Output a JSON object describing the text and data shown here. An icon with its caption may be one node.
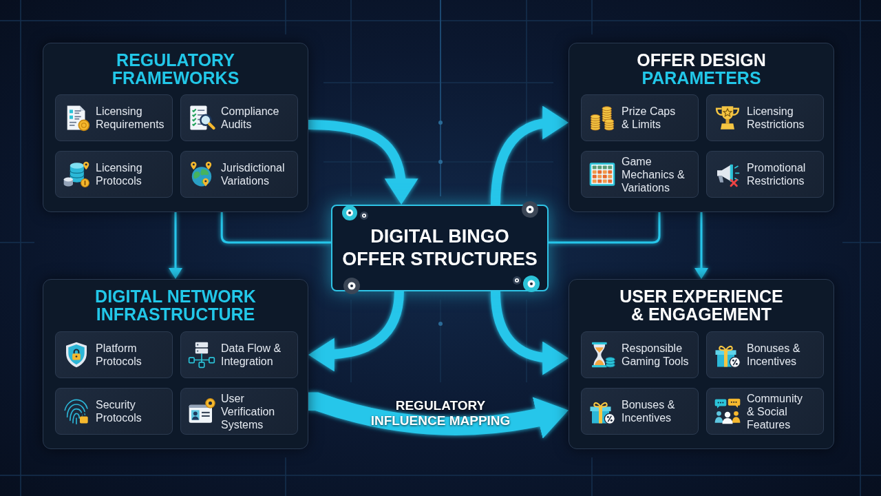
{
  "diagram": {
    "nodes": [
      {
        "text": [
          "REGULATORY FRAMEWORKS"
        ]
      },
      {
        "text": [
          "Licensing Requirements"
        ],
        "in": 0
      },
      {
        "text": [
          "Compliance Audits"
        ],
        "in": 0
      },
      {
        "text": [
          "Licensing Protocols"
        ],
        "in": 0
      },
      {
        "text": [
          "Jurisdictional Variations"
        ],
        "in": 0
      },
      {
        "text": [
          "OFFER DESIGN",
          "PARAMETERS"
        ]
      },
      {
        "text": [
          "Prize Caps & Limits"
        ],
        "in": 5
      },
      {
        "text": [
          "Licensing Restrictions"
        ],
        "in": 5
      },
      {
        "text": [
          "Game Mechanics & Variations"
        ],
        "in": 5
      },
      {
        "text": [
          "Promotional Restrictions"
        ],
        "in": 5
      },
      {
        "text": [
          "DIGITAL BINGO OFFER STRUCTURES"
        ]
      },
      {
        "text": [
          "DIGITAL NETWORK INFRASTRUCTURE"
        ]
      },
      {
        "text": [
          "Platform Protocols"
        ],
        "in": 11
      },
      {
        "text": [
          "Data Flow & Integration"
        ],
        "in": 11
      },
      {
        "text": [
          "Security Protocols"
        ],
        "in": 11
      },
      {
        "text": [
          "User Verification Systems"
        ],
        "in": 11
      },
      {
        "text": [
          "USER EXPERIENCE & ENGAGEMENT"
        ]
      },
      {
        "text": [
          "Responsible Gaming Tools"
        ],
        "in": 16
      },
      {
        "text": [
          "Bonuses & Incentives"
        ],
        "in": 16
      },
      {
        "text": [
          "Bonuses & Incentives"
        ],
        "in": 16
      },
      {
        "text": [
          "Community & Social Features"
        ],
        "in": 16
      }
    ],
    "edges": [
      {
        "from": 0,
        "to": 10,
        "arrow": "to"
      },
      {
        "from": 10,
        "to": 5,
        "arrow": "to"
      },
      {
        "from": 10,
        "to": 11,
        "arrow": "to"
      },
      {
        "from": 10,
        "to": 16,
        "arrow": "to"
      },
      {
        "from": 11,
        "to": 16,
        "arrow": "to",
        "style": "thick",
        "label": "REGULATORY INFLUENCE MAPPING"
      },
      {
        "from": 0,
        "to": 11,
        "arrow": "to"
      },
      {
        "from": 5,
        "to": 16,
        "arrow": "to"
      },
      {
        "from": 0,
        "to": 10,
        "arrow": "none"
      },
      {
        "from": 10,
        "to": 5,
        "arrow": "none"
      }
    ]
  }
}
